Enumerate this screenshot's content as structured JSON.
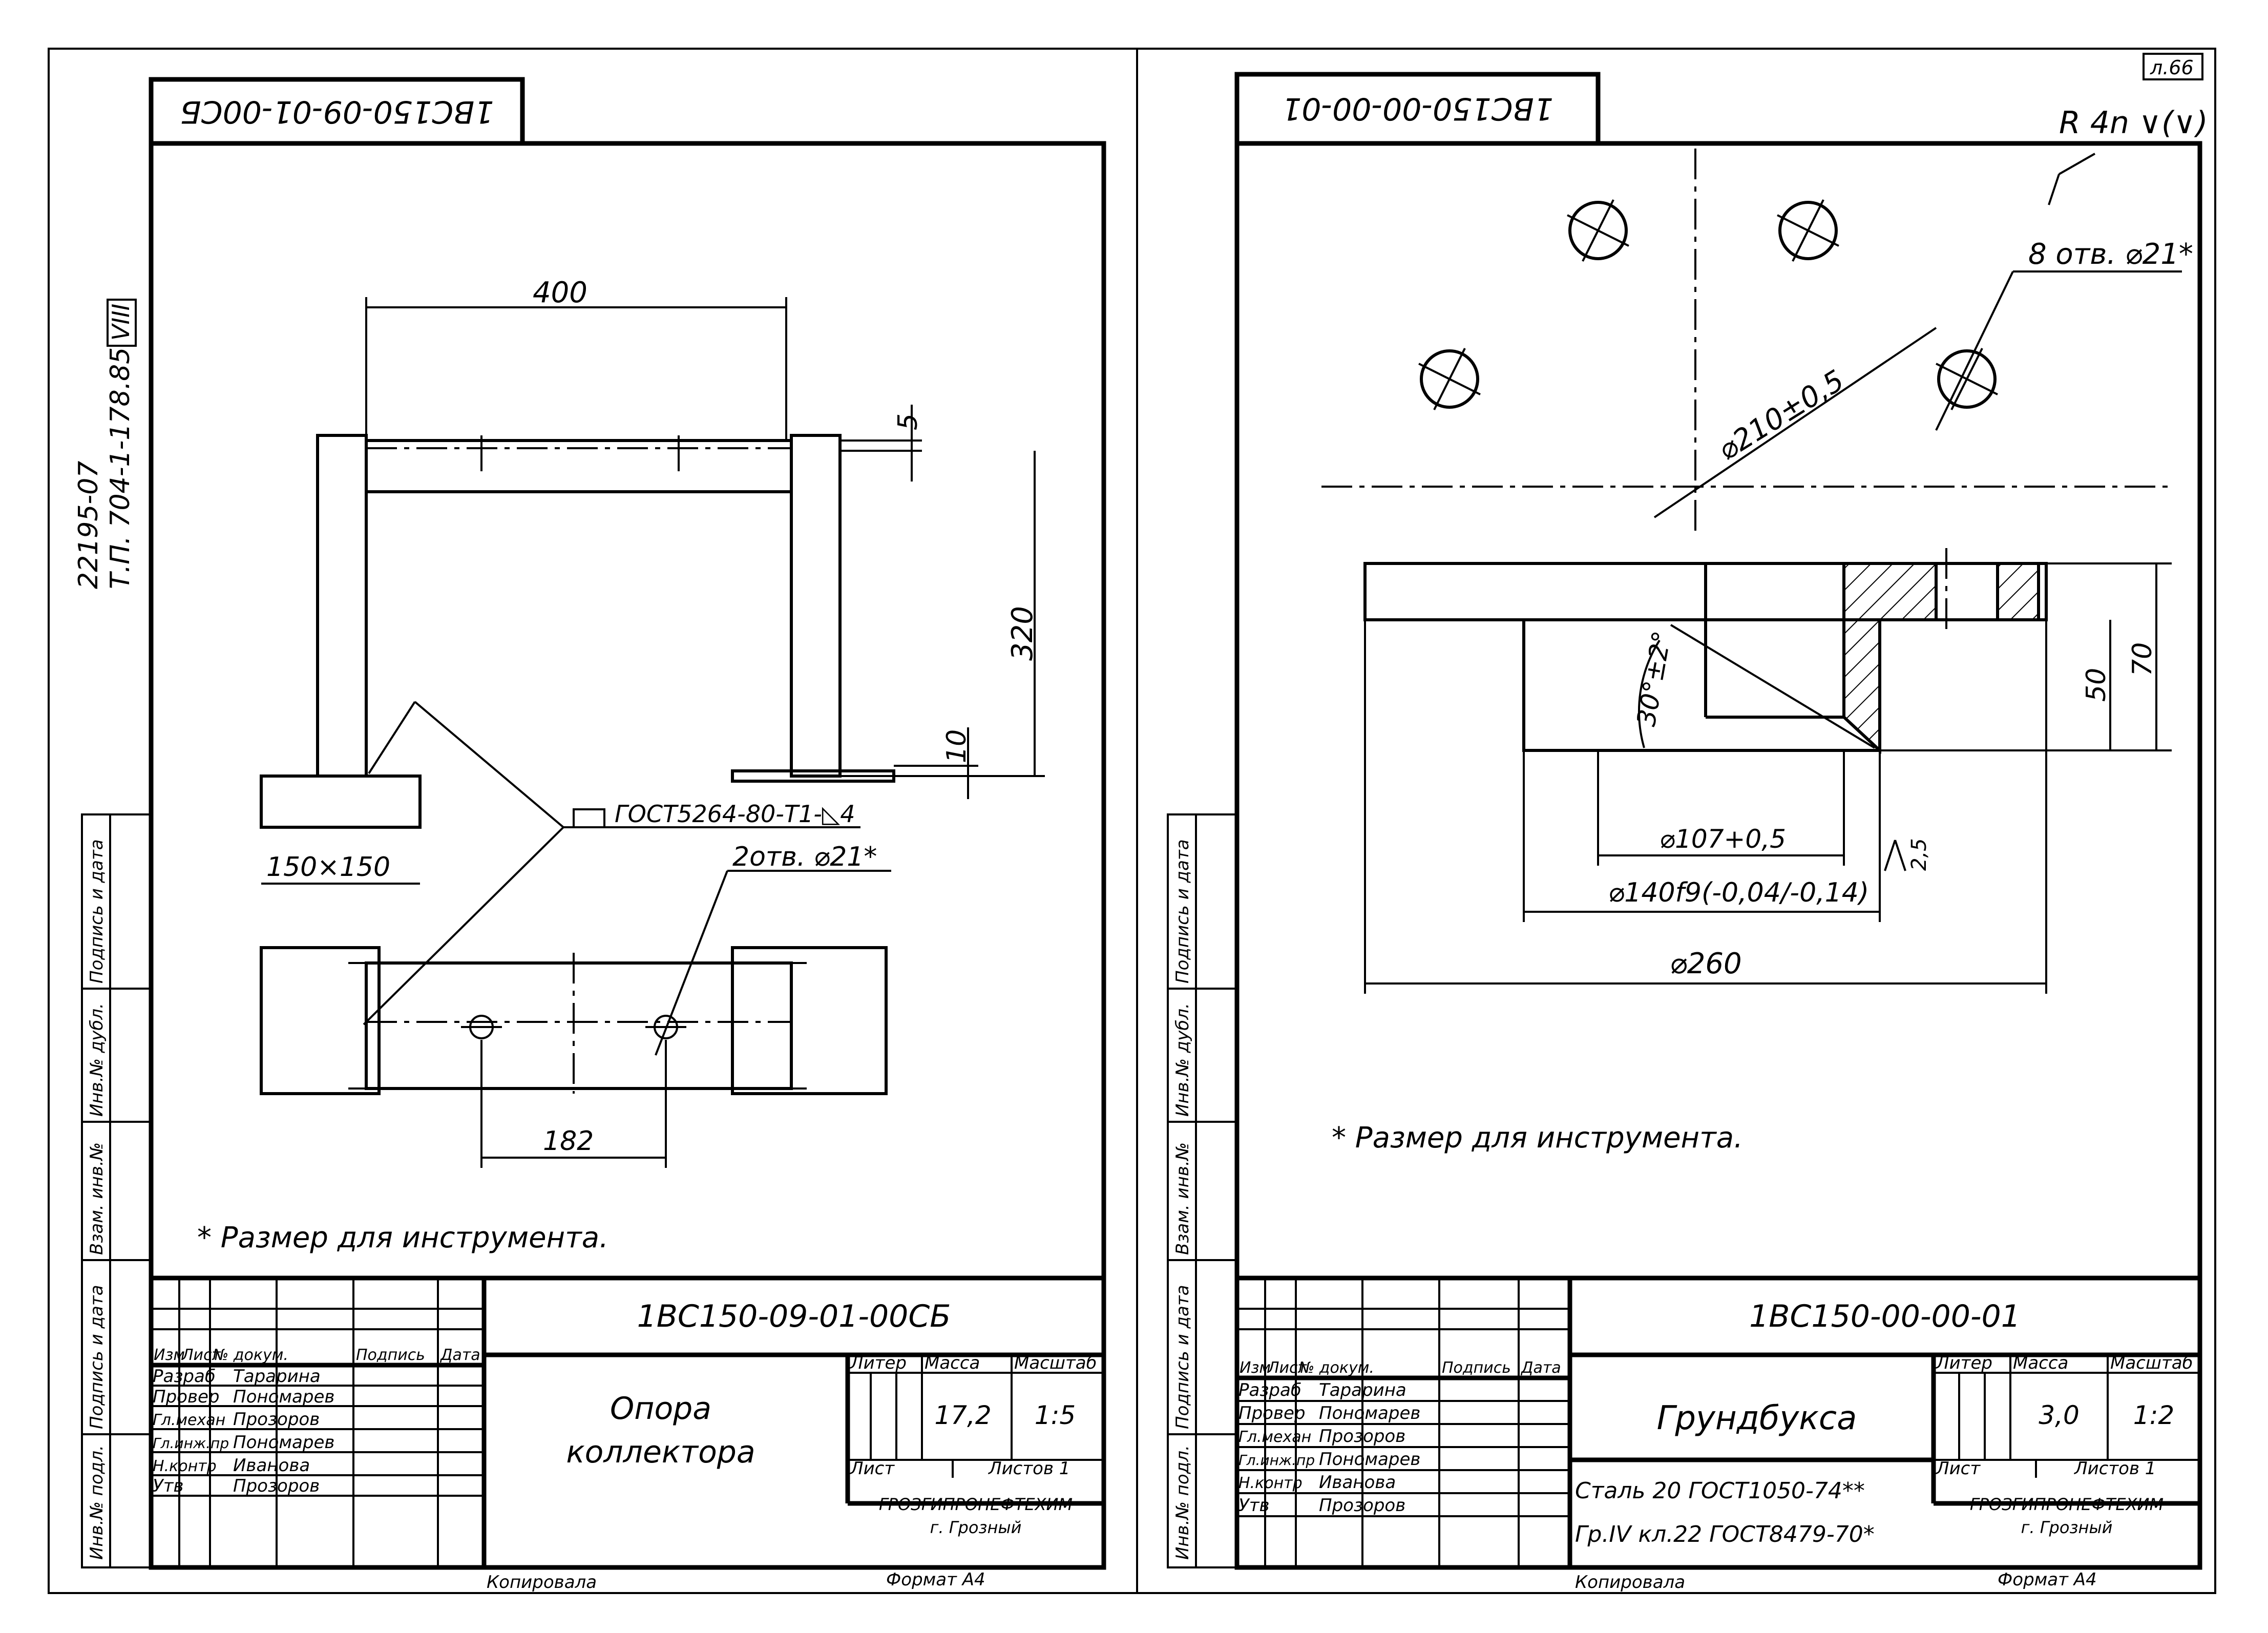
{
  "page_number": "л.66",
  "side_codes": {
    "line1": "22195-07",
    "line2": "Т.П. 704-1-178.85",
    "album": "VIII"
  },
  "side_stamp_labels": [
    "Инв.№ подл.",
    "Подпись и дата",
    "Взам. инв.№",
    "Инв.№ дубл.",
    "Подпись и дата"
  ],
  "note": "* Размер для инструмента.",
  "sheet_left": {
    "top_code": "1ВС150-09-01-00СБ",
    "dims": {
      "width": "400",
      "top_gap": "5",
      "height": "320",
      "bottom_gap": "10",
      "plate": "150×150",
      "hole_spacing": "182",
      "holes": "2отв. ⌀21*",
      "weld": "ГОСТ5264-80-Т1-◺4"
    },
    "title_block": {
      "designation": "1ВС150-09-01-00СБ",
      "name_line1": "Опора",
      "name_line2": "коллектора",
      "headers": [
        "Изм",
        "Лист",
        "№ докум.",
        "Подпись",
        "Дата"
      ],
      "roles": [
        "Разраб",
        "Провер",
        "Гл.механ",
        "Гл.инж.пр",
        "Н.контр",
        "Утв"
      ],
      "people": [
        "Тарарина",
        "Пономарев",
        "Прозоров",
        "Пономарев",
        "Иванова",
        "Прозоров"
      ],
      "col_labels": [
        "Литер",
        "Масса",
        "Масштаб"
      ],
      "mass": "17,2",
      "scale": "1:5",
      "sheet_label": "Лист",
      "sheets_label": "Листов 1",
      "org_line1": "ГРОЗГИПРОНЕФТЕХИМ",
      "org_line2": "г. Грозный",
      "copied": "Копировала",
      "format": "Формат А4"
    }
  },
  "sheet_right": {
    "top_code": "1ВС150-00-00-01",
    "dims": {
      "holes": "8 отв. ⌀21*",
      "bolt_circle": "⌀210±0,5",
      "angle": "30°±2°",
      "bore": "⌀107+0,5",
      "spigot": "⌀140f9(-0,04/-0,14)",
      "outer": "⌀260",
      "height_inner": "50",
      "height_outer": "70",
      "roughness": "2,5",
      "roughness_general": "R 4n ∨(∨)"
    },
    "title_block": {
      "designation": "1ВС150-00-00-01",
      "name": "Грундбукса",
      "material_line1": "Сталь 20 ГОСТ1050-74**",
      "material_line2": "Гр.IV кл.22 ГОСТ8479-70*",
      "headers": [
        "Изм",
        "Лист",
        "№ докум.",
        "Подпись",
        "Дата"
      ],
      "roles": [
        "Разраб",
        "Провер",
        "Гл.механ",
        "Гл.инж.пр",
        "Н.контр",
        "Утв"
      ],
      "people": [
        "Тарарина",
        "Пономарев",
        "Прозоров",
        "Пономарев",
        "Иванова",
        "Прозоров"
      ],
      "col_labels": [
        "Литер",
        "Масса",
        "Масштаб"
      ],
      "mass": "3,0",
      "scale": "1:2",
      "sheet_label": "Лист",
      "sheets_label": "Листов 1",
      "org_line1": "ГРОЗГИПРОНЕФТЕХИМ",
      "org_line2": "г. Грозный",
      "copied": "Копировала",
      "format": "Формат А4"
    }
  }
}
